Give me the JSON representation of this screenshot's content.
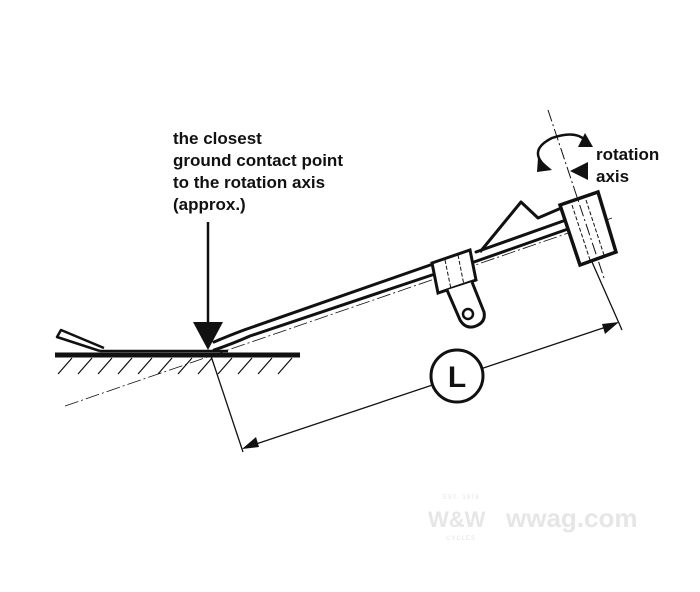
{
  "labels": {
    "contact_point": [
      "the closest",
      "ground contact point",
      "to the rotation axis",
      "(approx.)"
    ],
    "rotation_axis": [
      "rotation",
      "axis"
    ],
    "length_symbol": "L"
  },
  "watermark": {
    "logo_text": "W&W",
    "site_text": "wwag.com",
    "top_small": "EST. 1978",
    "bottom_small": "CYCLES"
  },
  "colors": {
    "line": "#111111",
    "watermark": "#e6e6e6"
  }
}
